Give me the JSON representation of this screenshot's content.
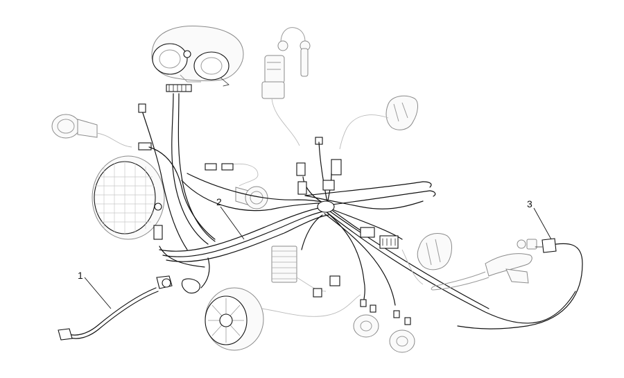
{
  "diagram": {
    "callouts": [
      {
        "id": "1",
        "label": "1"
      },
      {
        "id": "2",
        "label": "2"
      },
      {
        "id": "3",
        "label": "3"
      }
    ],
    "colors": {
      "line": "#111111",
      "gray_part": "#9a9a9a",
      "background": "#ffffff"
    }
  }
}
